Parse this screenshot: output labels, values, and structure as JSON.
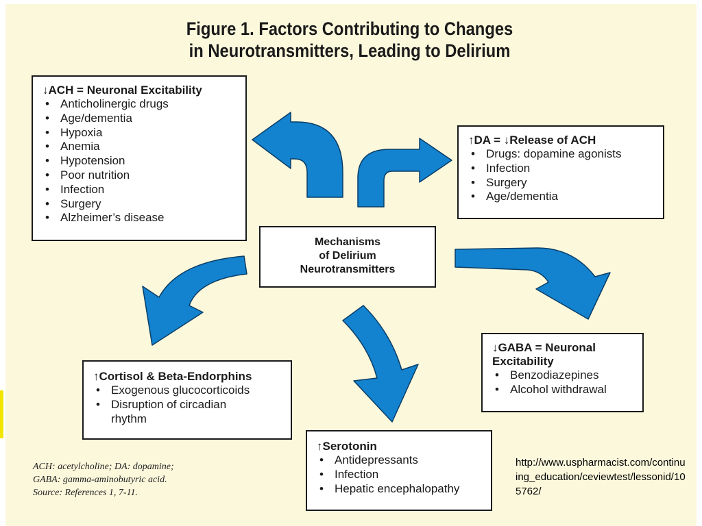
{
  "figure": {
    "title_line1": "Figure 1. Factors Contributing to Changes",
    "title_line2": "in Neurotransmitters, Leading to Delirium",
    "panel_color": "#fcf8dc",
    "arrow_color": "#1382cf"
  },
  "center": {
    "line1": "Mechanisms",
    "line2": "of Delirium",
    "line3": "Neurotransmitters"
  },
  "ach_box": {
    "symbol": "↓",
    "heading": "ACH = Neuronal Excitability",
    "items": [
      "Anticholinergic drugs",
      "Age/dementia",
      "Hypoxia",
      "Anemia",
      "Hypotension",
      "Poor nutrition",
      "Infection",
      "Surgery",
      "Alzheimer’s disease"
    ]
  },
  "da_box": {
    "symbol": "↑",
    "heading": "DA = ↓Release of ACH",
    "items": [
      "Drugs: dopamine agonists",
      "Infection",
      "Surgery",
      "Age/dementia"
    ]
  },
  "gaba_box": {
    "symbol": "↓",
    "heading": "GABA = Neuronal Excitability",
    "items": [
      "Benzodiazepines",
      "Alcohol withdrawal"
    ]
  },
  "cortisol_box": {
    "symbol": "↑",
    "heading": "Cortisol & Beta-Endorphins",
    "items": [
      "Exogenous glucocorticoids",
      "Disruption of circadian rhythm"
    ]
  },
  "serotonin_box": {
    "symbol": "↑",
    "heading": "Serotonin",
    "items": [
      "Antidepressants",
      "Infection",
      "Hepatic encephalopathy"
    ]
  },
  "legend": {
    "line1": "ACH: acetylcholine; DA: dopamine;",
    "line2": "GABA: gamma-aminobutyric acid.",
    "line3": "Source: References 1, 7-11."
  },
  "source_url": "http://www.uspharmacist.com/continuing_education/ceviewtest/lessonid/105762/"
}
